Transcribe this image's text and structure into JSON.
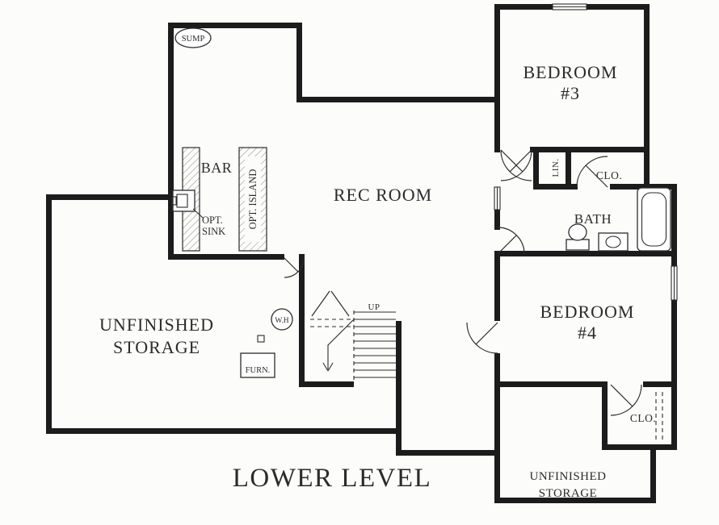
{
  "title": "LOWER LEVEL",
  "labels": {
    "sump": "SUMP",
    "bar": "BAR",
    "opt_sink_1": "OPT.",
    "opt_sink_2": "SINK",
    "opt_island": "OPT. ISLAND",
    "rec_room": "REC ROOM",
    "bedroom3_1": "BEDROOM",
    "bedroom3_2": "#3",
    "lin": "LIN.",
    "clo_top": "CLO.",
    "bath": "BATH",
    "bedroom4_1": "BEDROOM",
    "bedroom4_2": "#4",
    "unfinished_left_1": "UNFINISHED",
    "unfinished_left_2": "STORAGE",
    "water_heater": "W.H",
    "furnace": "FURN.",
    "up": "UP",
    "clo_bottom": "CLO.",
    "unfinished_right_1": "UNFINISHED",
    "unfinished_right_2": "STORAGE"
  },
  "colors": {
    "wall": "#1c1c1c",
    "line": "#2b2b2b",
    "hatch": "#9b9b9b",
    "background": "#fcfcfb"
  }
}
